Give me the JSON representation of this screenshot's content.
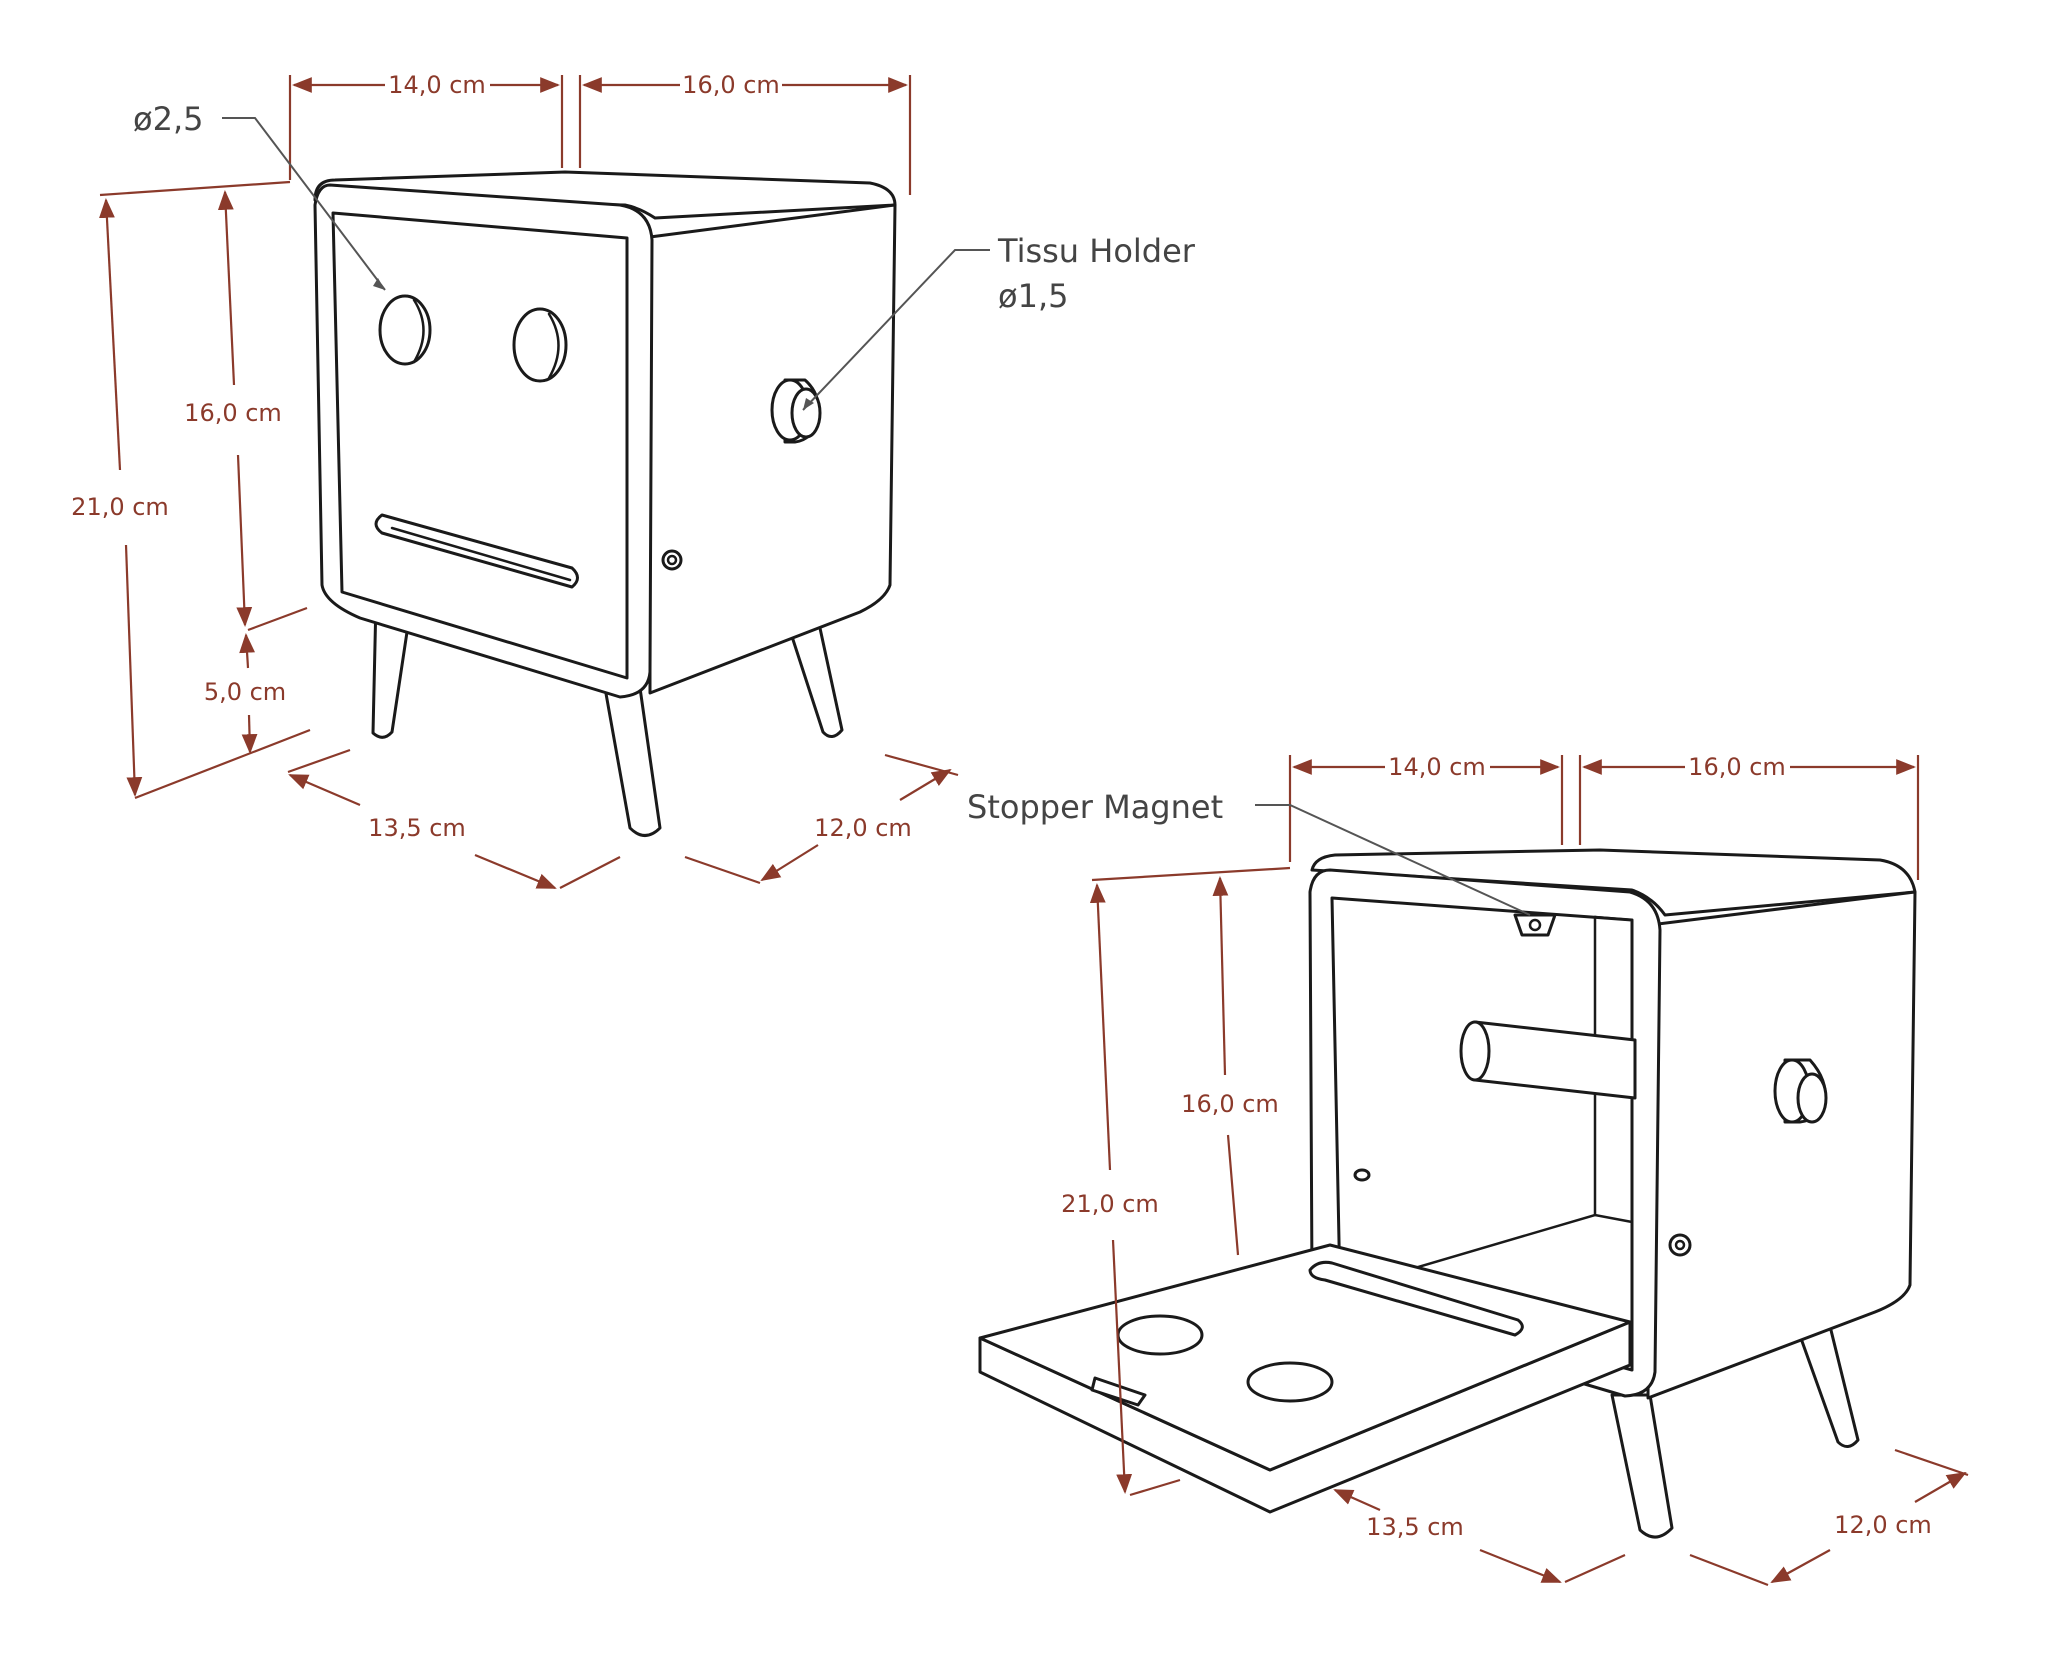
{
  "view_closed": {
    "dimensions": {
      "front_width": "14,0 cm",
      "side_depth": "16,0 cm",
      "total_height": "21,0 cm",
      "box_height": "16,0 cm",
      "leg_height": "5,0 cm",
      "leg_spread_front": "13,5 cm",
      "leg_spread_side": "12,0 cm"
    },
    "callouts": {
      "eye_hole": "ø2,5",
      "holder_title": "Tissu Holder",
      "holder_diameter": "ø1,5"
    }
  },
  "view_open": {
    "dimensions": {
      "front_width": "14,0 cm",
      "side_depth": "16,0 cm",
      "box_height": "16,0 cm",
      "total_height": "21,0 cm",
      "leg_spread_front": "13,5 cm",
      "leg_spread_side": "12,0 cm"
    },
    "callouts": {
      "magnet": "Stopper Magnet"
    }
  },
  "colors": {
    "dimension": "#8B3A2B",
    "outline": "#1a1a1a",
    "callout_text": "#444444",
    "background": "#ffffff"
  }
}
